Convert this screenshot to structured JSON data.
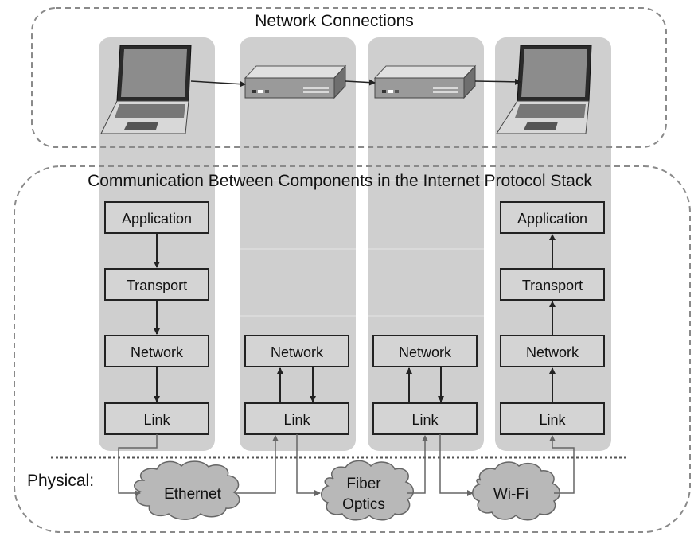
{
  "titles": {
    "top": "Network Connections",
    "middle": "Communication Between Components in the Internet Protocol Stack",
    "physical": "Physical:"
  },
  "columns": [
    {
      "device": "laptop-icon",
      "layers": [
        "Application",
        "Transport",
        "Network",
        "Link"
      ]
    },
    {
      "device": "router-icon",
      "layers": [
        "Network",
        "Link"
      ]
    },
    {
      "device": "router-icon",
      "layers": [
        "Network",
        "Link"
      ]
    },
    {
      "device": "laptop-icon",
      "layers": [
        "Application",
        "Transport",
        "Network",
        "Link"
      ]
    }
  ],
  "media": [
    {
      "label": "Ethernet"
    },
    {
      "label_line1": "Fiber",
      "label_line2": "Optics"
    },
    {
      "label": "Wi-Fi"
    }
  ],
  "colors": {
    "column_fill": "#cfcfcf",
    "box_fill": "#d4d4d4",
    "box_border": "#222222",
    "cloud_fill": "#b8b8b8",
    "dashed_border": "#8a8a8a"
  }
}
